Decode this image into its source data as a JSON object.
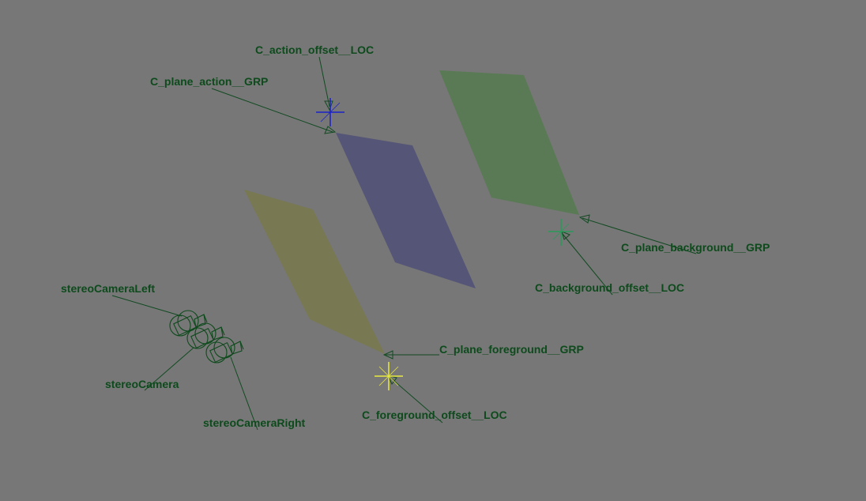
{
  "viewport": {
    "background": "#777777"
  },
  "labels": {
    "action_offset_loc": "C_action_offset__LOC",
    "plane_action_grp": "C_plane_action__GRP",
    "plane_background_grp": "C_plane_background__GRP",
    "background_offset_loc": "C_background_offset__LOC",
    "plane_foreground_grp": "C_plane_foreground__GRP",
    "foreground_offset_loc": "C_foreground_offset__LOC",
    "stereo_camera_left": "stereoCameraLeft",
    "stereo_camera": "stereoCamera",
    "stereo_camera_right": "stereoCameraRight"
  },
  "colors": {
    "label_text": "#0d4a1c",
    "plane_action": "#555577",
    "plane_background": "#5a7a55",
    "plane_foreground": "#787852",
    "locator_action": "#1a22c8",
    "locator_background": "#2a9a5a",
    "locator_foreground": "#e8e840"
  },
  "icons": {
    "locator": "locator-cross-icon",
    "camera": "camera-icon"
  }
}
